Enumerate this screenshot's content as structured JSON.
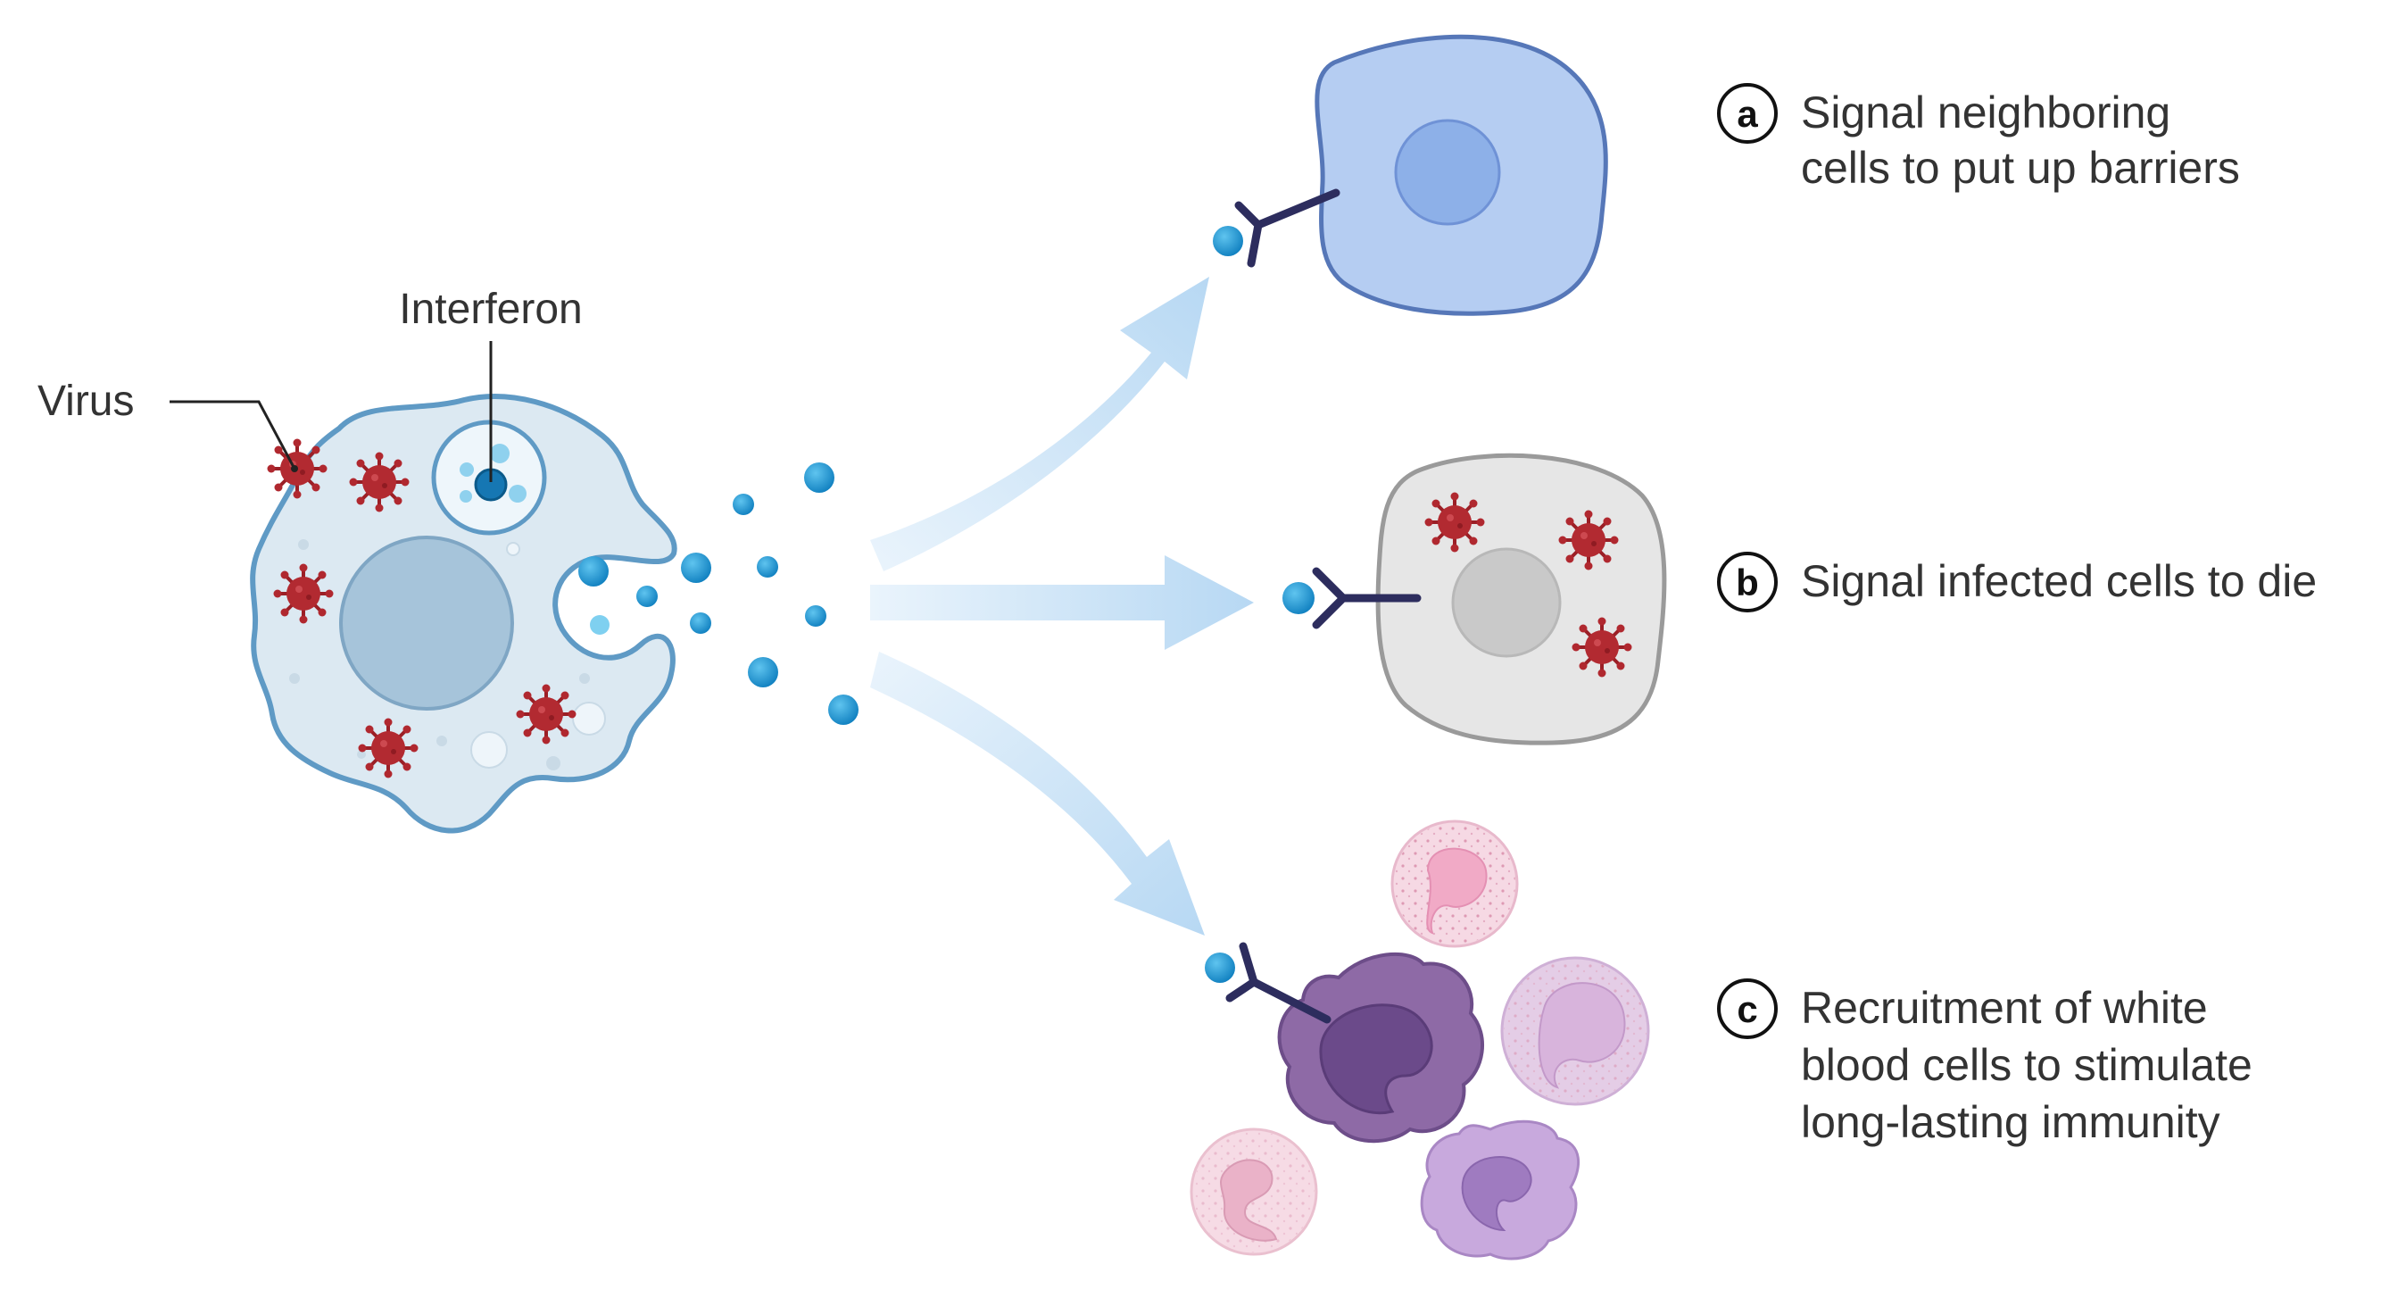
{
  "labels": {
    "virus": "Virus",
    "interferon": "Interferon"
  },
  "outcomes": [
    {
      "letter": "a",
      "lines": [
        "Signal neighboring",
        "cells to put up barriers"
      ]
    },
    {
      "letter": "b",
      "lines": [
        "Signal infected cells to die"
      ]
    },
    {
      "letter": "c",
      "lines": [
        "Recruitment of white",
        "blood cells to stimulate",
        "long-lasting immunity"
      ]
    }
  ],
  "colors": {
    "infected_cell_fill": "#dce9f2",
    "infected_cell_stroke": "#5f9ac5",
    "interferon": "#1e90c8",
    "virus": "#b0282f",
    "arrow": "#bcdcf4",
    "receptor": "#2d2d5e",
    "neighbor_cell": "#b5cdf2",
    "dying_cell": "#e6e6e6",
    "wbc_dark": "#8e6aa6",
    "wbc_light_pink": "#f3cfdc",
    "wbc_light_purple": "#d8bfe0"
  }
}
